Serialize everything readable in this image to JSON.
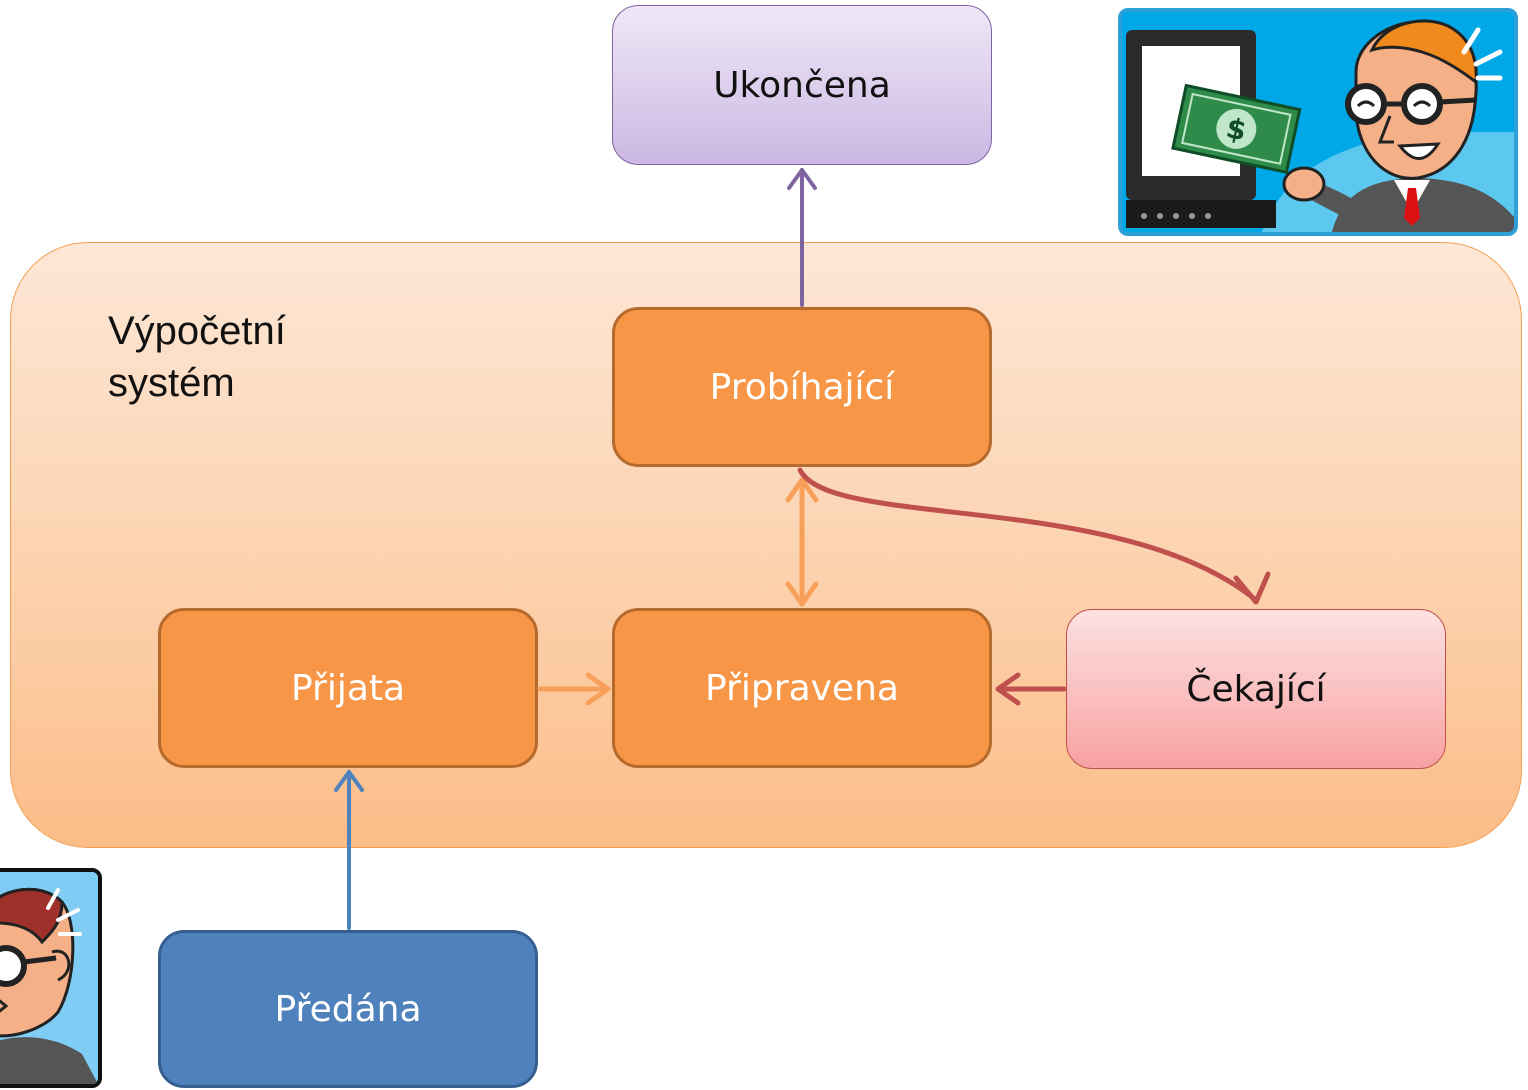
{
  "system": {
    "label": "Výpočetní systém"
  },
  "states": {
    "ukoncena": "Ukončena",
    "probihajici": "Probíhající",
    "prijata": "Přijata",
    "pripravena": "Připravena",
    "cekajici": "Čekající",
    "predana": "Předána"
  },
  "colors": {
    "orange": "#f79646",
    "blue": "#4f81bd",
    "purple_arrow": "#8064a2",
    "red_arrow": "#c0504d",
    "light_orange_arrow": "#f8a05a"
  },
  "clipart": [
    {
      "icon": "man-paying-at-computer-icon"
    },
    {
      "icon": "man-with-glasses-icon"
    }
  ]
}
